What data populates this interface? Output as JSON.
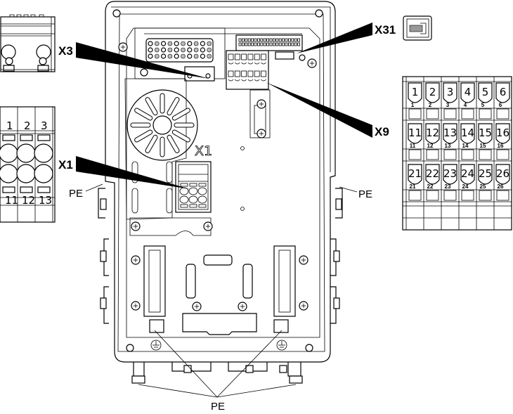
{
  "diagram": {
    "title": "Terminal and connection layout of an electronic unit",
    "callouts": {
      "x3": "X3",
      "x31": "X31",
      "x9": "X9",
      "x1": "X1",
      "x1_board": "X1"
    },
    "pe_labels": {
      "left": "PE",
      "right": "PE",
      "bottom": "PE"
    },
    "x1_terminal": {
      "top_numbers": [
        "1",
        "2",
        "3"
      ],
      "bottom_numbers": [
        "11",
        "12",
        "13"
      ]
    },
    "x9_terminal": {
      "rows": [
        {
          "big": [
            "1",
            "2",
            "3",
            "4",
            "5",
            "6"
          ],
          "small": [
            "1",
            "2",
            "3",
            "4",
            "5",
            "6"
          ]
        },
        {
          "big": [
            "11",
            "12",
            "13",
            "14",
            "15",
            "16"
          ],
          "small": [
            "11",
            "12",
            "13",
            "14",
            "15",
            "16"
          ]
        },
        {
          "big": [
            "21",
            "22",
            "23",
            "24",
            "25",
            "26"
          ],
          "small": [
            "21",
            "22",
            "23",
            "24",
            "25",
            "26"
          ]
        }
      ]
    },
    "icons": [
      "ground-symbol-icon",
      "screw-icon",
      "phillips-screw-icon",
      "rj-connector-icon",
      "fan-grille-icon"
    ]
  }
}
